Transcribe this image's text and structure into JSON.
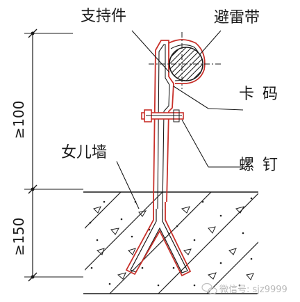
{
  "labels": {
    "support": "支持件",
    "lightning_belt": "避雷带",
    "clip": "卡码",
    "screw": "螺钉",
    "parapet": "女儿墙"
  },
  "dimensions": {
    "upper": "≥100",
    "lower": "≥150"
  },
  "watermark": {
    "text": "微信号: sjz9999"
  },
  "colors": {
    "outline_red": "#c8302a",
    "line_black": "#1a1a1a"
  }
}
